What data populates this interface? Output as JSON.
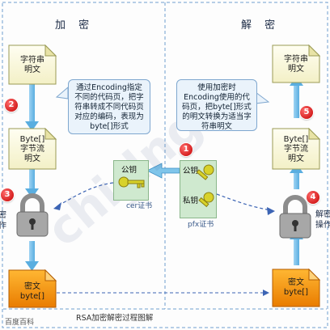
{
  "titles": {
    "encrypt": "加 密",
    "decrypt": "解 密"
  },
  "docs": {
    "left_plain": "字符串\n明文",
    "left_bytes": "Byte[]\n字节流\n明文",
    "left_cipher": "密文\nbyte[]",
    "right_plain": "字符串\n明文",
    "right_bytes": "Byte[]\n字节流\n明文",
    "right_cipher": "密文\nbyte[]"
  },
  "callouts": {
    "left": "通过Encoding指定不同的代码页，把字符串转成不同代码页对应的编码，表现为byte[]形式",
    "right": "使用加密时Encoding使用的代码页，把byte[]形式的明文转换为适当字符串明文"
  },
  "badges": {
    "b1": "1",
    "b2": "2",
    "b3": "3",
    "b4": "4",
    "b5": "5"
  },
  "cert": {
    "public_key": "公钥",
    "private_key": "私钥",
    "cer_label": "cer证书",
    "pfx_label": "pfx证书"
  },
  "side": {
    "left": "密\n作",
    "right": "解密\n操作"
  },
  "caption": "RSA加密解密过程图解",
  "source_mark": "百度百科"
}
